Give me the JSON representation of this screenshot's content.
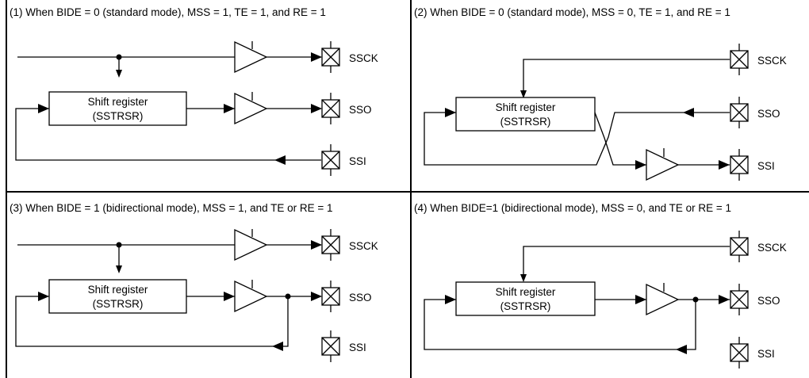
{
  "panels": [
    {
      "title": "(1) When BIDE = 0 (standard mode), MSS = 1, TE = 1, and RE = 1",
      "register": [
        "Shift register",
        "(SSTRSR)"
      ],
      "pins": [
        "SSCK",
        "SSO",
        "SSI"
      ]
    },
    {
      "title": "(2) When BIDE = 0 (standard mode), MSS = 0, TE = 1, and RE = 1",
      "register": [
        "Shift register",
        "(SSTRSR)"
      ],
      "pins": [
        "SSCK",
        "SSO",
        "SSI"
      ]
    },
    {
      "title": "(3) When BIDE = 1 (bidirectional mode), MSS = 1, and TE or RE = 1",
      "register": [
        "Shift register",
        "(SSTRSR)"
      ],
      "pins": [
        "SSCK",
        "SSO",
        "SSI"
      ]
    },
    {
      "title": "(4) When BIDE=1 (bidirectional mode), MSS = 0, and TE or RE = 1",
      "register": [
        "Shift register",
        "(SSTRSR)"
      ],
      "pins": [
        "SSCK",
        "SSO",
        "SSI"
      ]
    }
  ]
}
